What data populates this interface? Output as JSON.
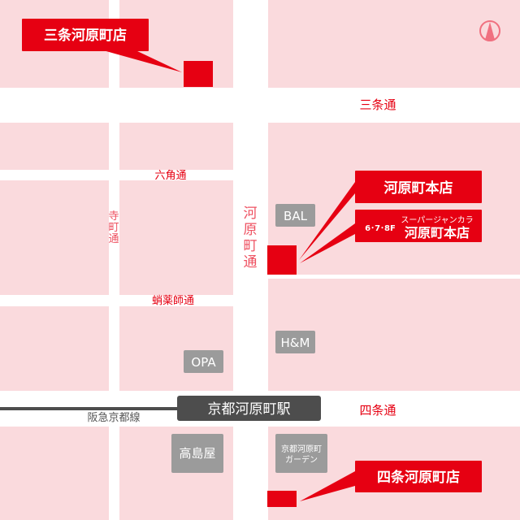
{
  "map": {
    "colors": {
      "block": "#fadadd",
      "store": "#e60012",
      "landmark": "#9b9b9b",
      "station": "#4d4d4d",
      "road": "#ffffff"
    },
    "north_icon": "north-arrow-icon",
    "roads": {
      "sanjo": "三条通",
      "rokkaku": "六角通",
      "takoyakushi": "蛸薬師通",
      "shijo": "四条通",
      "teramachi": [
        "寺",
        "町",
        "通"
      ],
      "kawaramachi": [
        "河",
        "原",
        "町",
        "通"
      ]
    },
    "railway": {
      "line": "阪急京都線",
      "station": "京都河原町駅"
    },
    "landmarks": {
      "bal": "BAL",
      "hm": "H&M",
      "opa": "OPA",
      "takashimaya": "高島屋",
      "garden_line1": "京都河原町",
      "garden_line2": "ガーデン"
    },
    "stores": {
      "sanjo": "三条河原町店",
      "honten": "河原町本店",
      "superjankara_floors": "6･7･8F",
      "superjankara_brand": "スーパージャンカラ",
      "superjankara_name": "河原町本店",
      "shijo": "四条河原町店"
    }
  }
}
